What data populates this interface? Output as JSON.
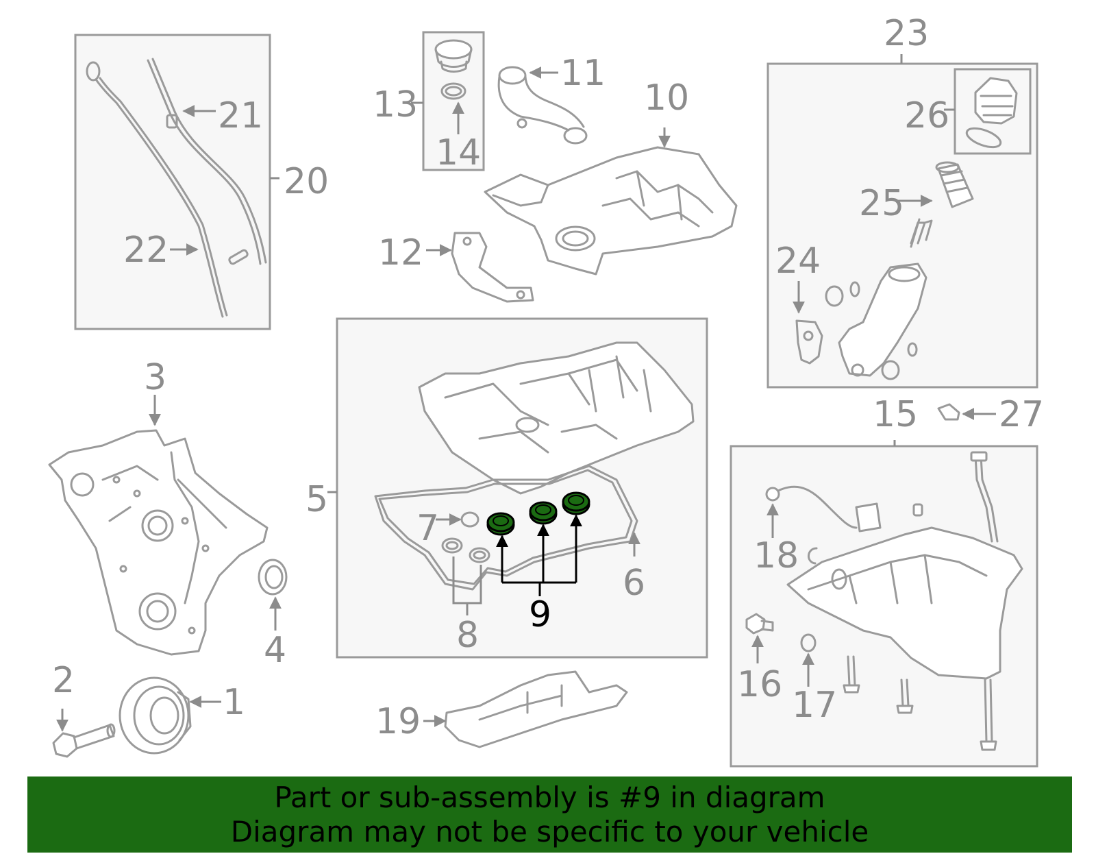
{
  "callouts": {
    "c1": "1",
    "c2": "2",
    "c3": "3",
    "c4": "4",
    "c5": "5",
    "c6": "6",
    "c7": "7",
    "c8": "8",
    "c9": "9",
    "c10": "10",
    "c11": "11",
    "c12": "12",
    "c13": "13",
    "c14": "14",
    "c15": "15",
    "c16": "16",
    "c17": "17",
    "c18": "18",
    "c19": "19",
    "c20": "20",
    "c21": "21",
    "c22": "22",
    "c23": "23",
    "c24": "24",
    "c25": "25",
    "c26": "26",
    "c27": "27"
  },
  "colors": {
    "highlight_part": "#1b6b12",
    "banner_background": "#1b6b12",
    "line_gray": "#9a9a9a"
  },
  "banner": {
    "line1": "Part or sub-assembly is #9 in diagram",
    "line2": "Diagram may not be specific to your vehicle"
  }
}
